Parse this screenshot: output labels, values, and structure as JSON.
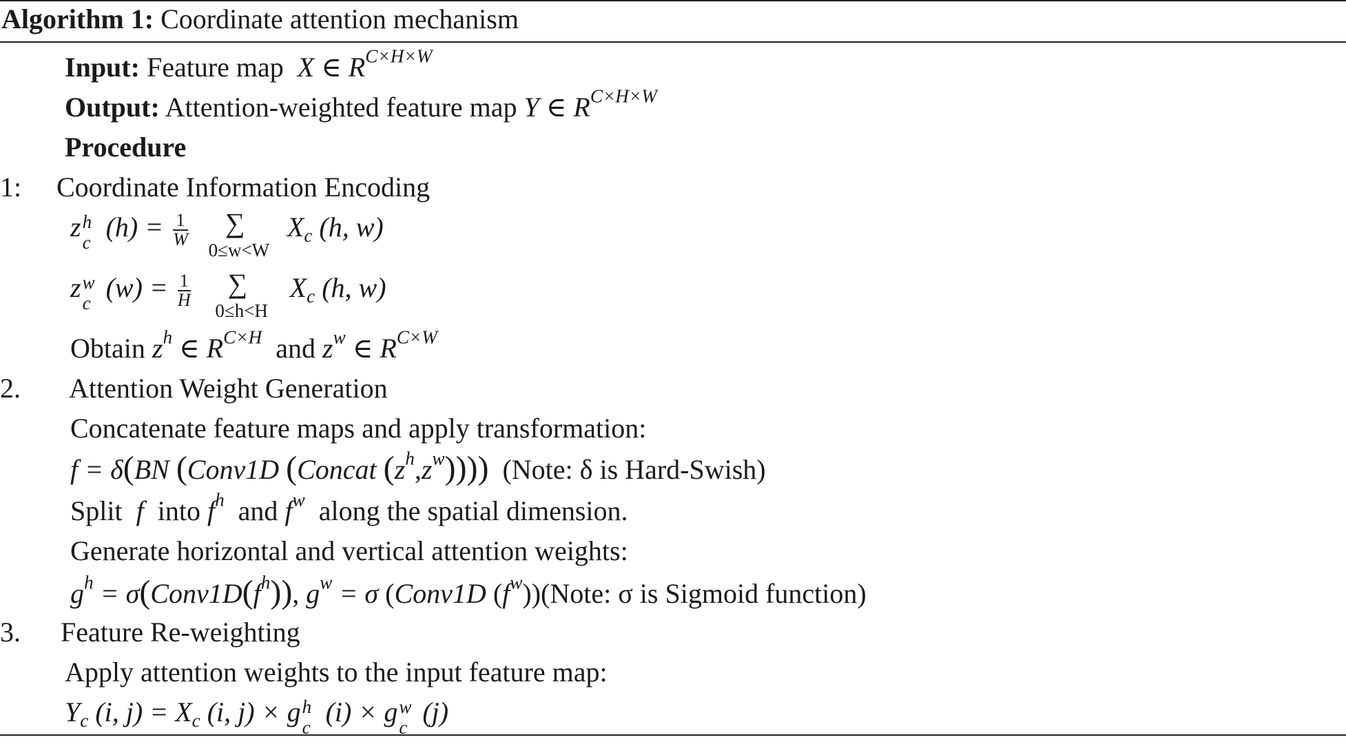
{
  "algorithm": {
    "label": "Algorithm 1:",
    "title": "Coordinate attention mechanism",
    "input_label": "Input:",
    "input_text": "Feature map",
    "input_math": "X ∈ R",
    "input_dims": "C×H×W",
    "output_label": "Output:",
    "output_text": "Attention-weighted feature map",
    "output_math": "Y ∈ R",
    "output_dims": "C×H×W",
    "procedure_label": "Procedure",
    "steps": [
      {
        "number": "1:",
        "heading": "Coordinate Information Encoding",
        "eq1_lhs": "z",
        "eq1_sup": "h",
        "eq1_sub": "c",
        "eq1_arg": "(h) =",
        "eq1_frac_num": "1",
        "eq1_frac_den": "W",
        "eq1_sum": "∑",
        "eq1_limits": "0≤w<W",
        "eq1_rhs": "X",
        "eq1_rhs_sub": "c",
        "eq1_rhs_arg": "(h, w)",
        "eq2_lhs": "z",
        "eq2_sup": "w",
        "eq2_sub": "c",
        "eq2_arg": "(w) =",
        "eq2_frac_num": "1",
        "eq2_frac_den": "H",
        "eq2_sum": "∑",
        "eq2_limits": "0≤h<H",
        "eq2_rhs": "X",
        "eq2_rhs_sub": "c",
        "eq2_rhs_arg": "(h, w)",
        "obtain_text": "Obtain",
        "obtain_zh": "z",
        "obtain_zh_sup": "h",
        "obtain_in1": "∈ R",
        "obtain_dims1": "C×H",
        "obtain_and": "and",
        "obtain_zw": "z",
        "obtain_zw_sup": "w",
        "obtain_in2": "∈ R",
        "obtain_dims2": "C×W"
      },
      {
        "number": "2.",
        "heading": "Attention Weight Generation",
        "concat_text": "Concatenate feature maps and apply transformation:",
        "f_eq_a": "f = δ",
        "f_eq_b": "BN",
        "f_eq_c": "Conv1D",
        "f_eq_d": "Concat",
        "f_eq_z": "z",
        "f_eq_h": "h",
        "f_eq_comma": ",",
        "f_eq_w": "w",
        "f_note": "(Note: δ is Hard-Swish)",
        "split_a": "Split",
        "split_f": "f",
        "split_into": "into",
        "split_fh": "f",
        "split_fh_sup": "h",
        "split_and": "and",
        "split_fw": "f",
        "split_fw_sup": "w",
        "split_rest": "along the spatial dimension.",
        "gen_text": "Generate horizontal and vertical attention weights:",
        "g_eq_gh": "g",
        "g_eq_gh_sup": "h",
        "g_eq_eq1": "= σ",
        "g_eq_conv1": "Conv1D",
        "g_eq_f1": "f",
        "g_eq_f1_sup": "h",
        "g_eq_sep": ",",
        "g_eq_gw": "g",
        "g_eq_gw_sup": "w",
        "g_eq_eq2": "= σ",
        "g_eq_conv2": "Conv1D",
        "g_eq_f2": "f",
        "g_eq_f2_sup": "w",
        "g_note": "(Note: σ is Sigmoid function)"
      },
      {
        "number": "3.",
        "heading": "Feature Re-weighting",
        "apply_text": "Apply attention weights to the input feature map:",
        "y_lhs": "Y",
        "y_lhs_sub": "c",
        "y_arg": "(i, j) =",
        "y_x": "X",
        "y_x_sub": "c",
        "y_x_arg": "(i, j) ×",
        "y_g1": "g",
        "y_g1_sup": "h",
        "y_g1_sub": "c",
        "y_g1_arg": "(i) ×",
        "y_g2": "g",
        "y_g2_sup": "w",
        "y_g2_sub": "c",
        "y_g2_arg": "(j)"
      }
    ]
  }
}
